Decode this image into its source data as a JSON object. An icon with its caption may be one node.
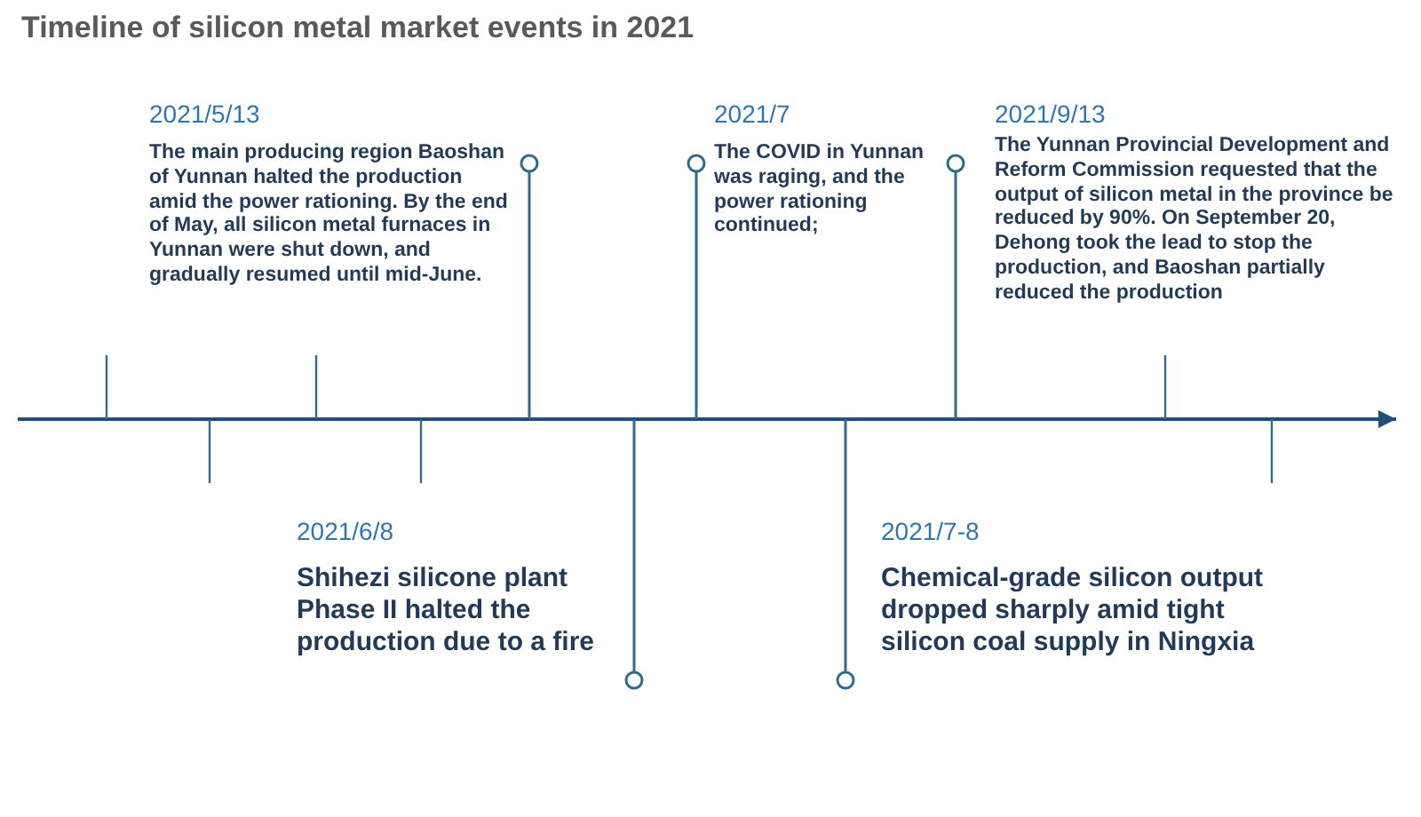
{
  "diagram": {
    "title": "Timeline of silicon metal market events in 2021",
    "nodes": [
      {
        "text": [
          "2021/5/13",
          "The main producing region Baoshan of Yunnan halted the production amid the power rationing. By the end of May, all silicon metal furnaces in Yunnan were shut down, and gradually resumed until mid-June."
        ]
      },
      {
        "text": [
          "2021/6/8",
          "Shihezi silicone plant Phase II halted the production due to a fire"
        ]
      },
      {
        "text": [
          "2021/7",
          "The COVID in Yunnan was raging, and the power rationing continued;"
        ]
      },
      {
        "text": [
          "2021/7-8",
          "Chemical-grade silicon output dropped sharply amid tight silicon coal supply in Ningxia"
        ]
      },
      {
        "text": [
          "2021/9/13",
          "The Yunnan Provincial Development and Reform Commission requested that the output of silicon metal in the province be reduced by 90%. On September 20, Dehong took the lead to stop the production, and Baoshan partially reduced the production"
        ]
      }
    ],
    "edges": [
      {
        "from": 0,
        "to": null,
        "arrow": "other"
      },
      {
        "from": 1,
        "to": null,
        "arrow": "other"
      },
      {
        "from": 2,
        "to": null,
        "arrow": "other"
      },
      {
        "from": 3,
        "to": null,
        "arrow": "other"
      },
      {
        "from": 4,
        "to": null,
        "arrow": "other"
      }
    ]
  }
}
